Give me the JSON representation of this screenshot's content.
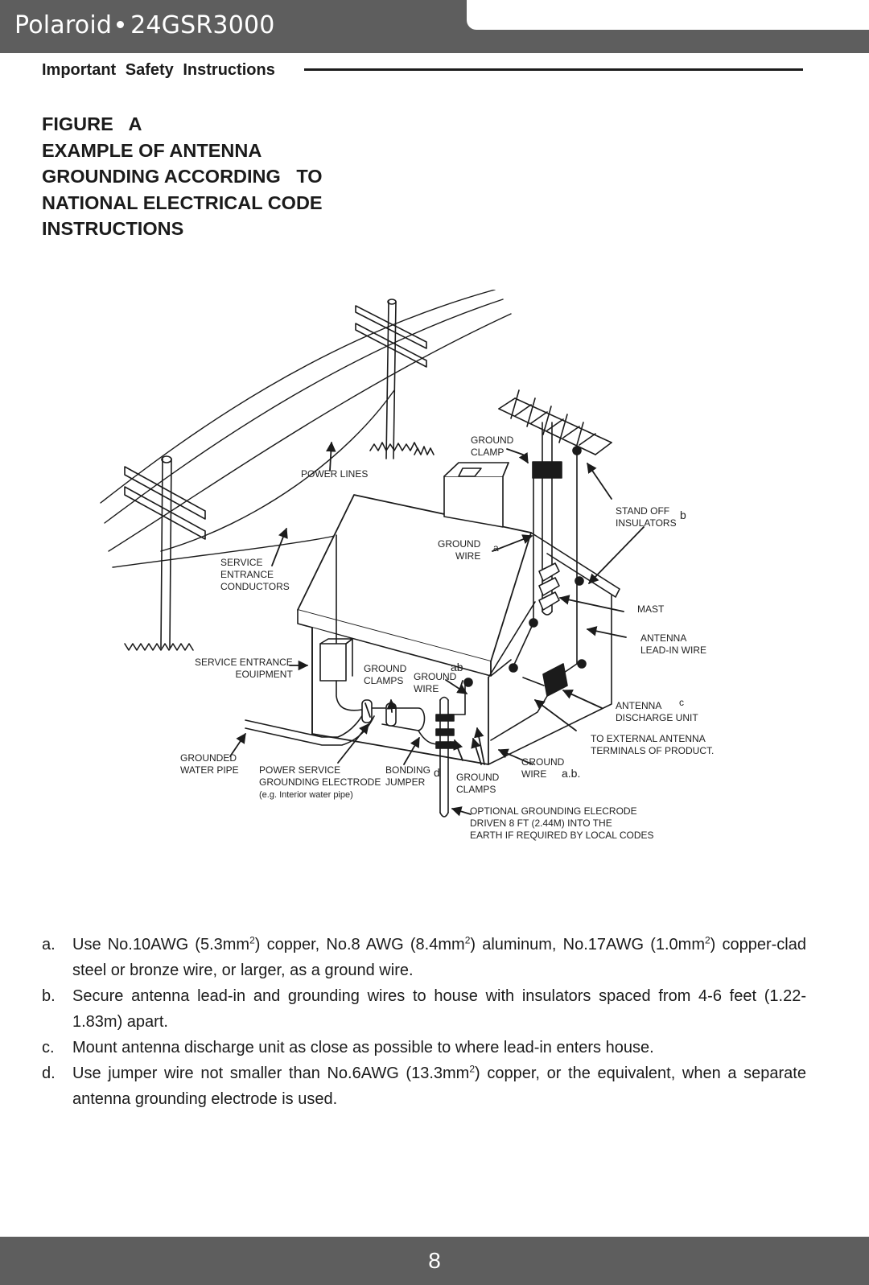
{
  "header": {
    "brand": "Polaroid",
    "model": "24GSR3000",
    "section": "Important  Safety  Instructions"
  },
  "figure": {
    "title_lines": [
      "FIGURE   A",
      "EXAMPLE OF ANTENNA",
      "GROUNDING ACCORDING   TO",
      "NATIONAL ELECTRICAL CODE",
      "INSTRUCTIONS"
    ]
  },
  "diagram": {
    "labels": {
      "power_lines": "POWER LINES",
      "ground_clamp": "GROUND\nCLAMP",
      "stand_off": "STAND OFF\nINSULATORS",
      "ground_wire_top": "GROUND\nWIRE",
      "service_entrance_conductors": "SERVICE\nENTRANCE\nCONDUCTORS",
      "mast": "MAST",
      "antenna_lead_in": "ANTENNA\nLEAD-IN WIRE",
      "service_entrance_equipment": "SERVICE ENTRANCE\nEOUIPMENT",
      "ground_clamps_mid": "GROUND\nCLAMPS",
      "ground_wire_mid": "GROUND\nWIRE",
      "antenna_discharge": "ANTENNA\nDISCHARGE UNIT",
      "to_external": "TO EXTERNAL ANTENNA\nTERMINALS OF PRODUCT.",
      "grounded_water_pipe": "GROUNDED\nWATER PIPE",
      "power_service_electrode": "POWER SERVICE\nGROUNDING ELECTRODE",
      "power_service_example": "(e.g. Interior water pipe)",
      "bonding_jumper": "BONDING\nJUMPER",
      "ground_clamps_low": "GROUND\nCLAMPS",
      "ground_wire_low": "GROUND\nWIRE",
      "optional_electrode": "OPTIONAL GROUNDING ELECRODE\nDRIVEN 8 FT (2.44M) INTO THE\nEARTH IF REQUIRED BY LOCAL CODES"
    },
    "tags": {
      "a": "a",
      "b": "b",
      "c": "c",
      "ab": "ab",
      "d": "d",
      "ab_dot": "a.b."
    }
  },
  "notes": [
    {
      "letter": "a.",
      "parts": [
        "Use No.10AWG (5.3mm",
        "2",
        ") copper, No.8 AWG (8.4mm",
        "2",
        ") aluminum, No.17AWG (1.0mm",
        "2",
        ") copper-clad  steel or bronze wire, or larger, as a ground wire."
      ]
    },
    {
      "letter": "b.",
      "text": "Secure antenna lead-in and grounding wires to house with insulators spaced from 4-6 feet (1.22-1.83m) apart."
    },
    {
      "letter": "c.",
      "text": "Mount antenna discharge unit as close as possible to where lead-in enters house."
    },
    {
      "letter": "d.",
      "parts": [
        "Use jumper wire not smaller than No.6AWG (13.3mm",
        "2",
        ") copper, or the equivalent, when a separate antenna grounding electrode is used."
      ]
    }
  ],
  "footer": {
    "page_number": "8"
  }
}
